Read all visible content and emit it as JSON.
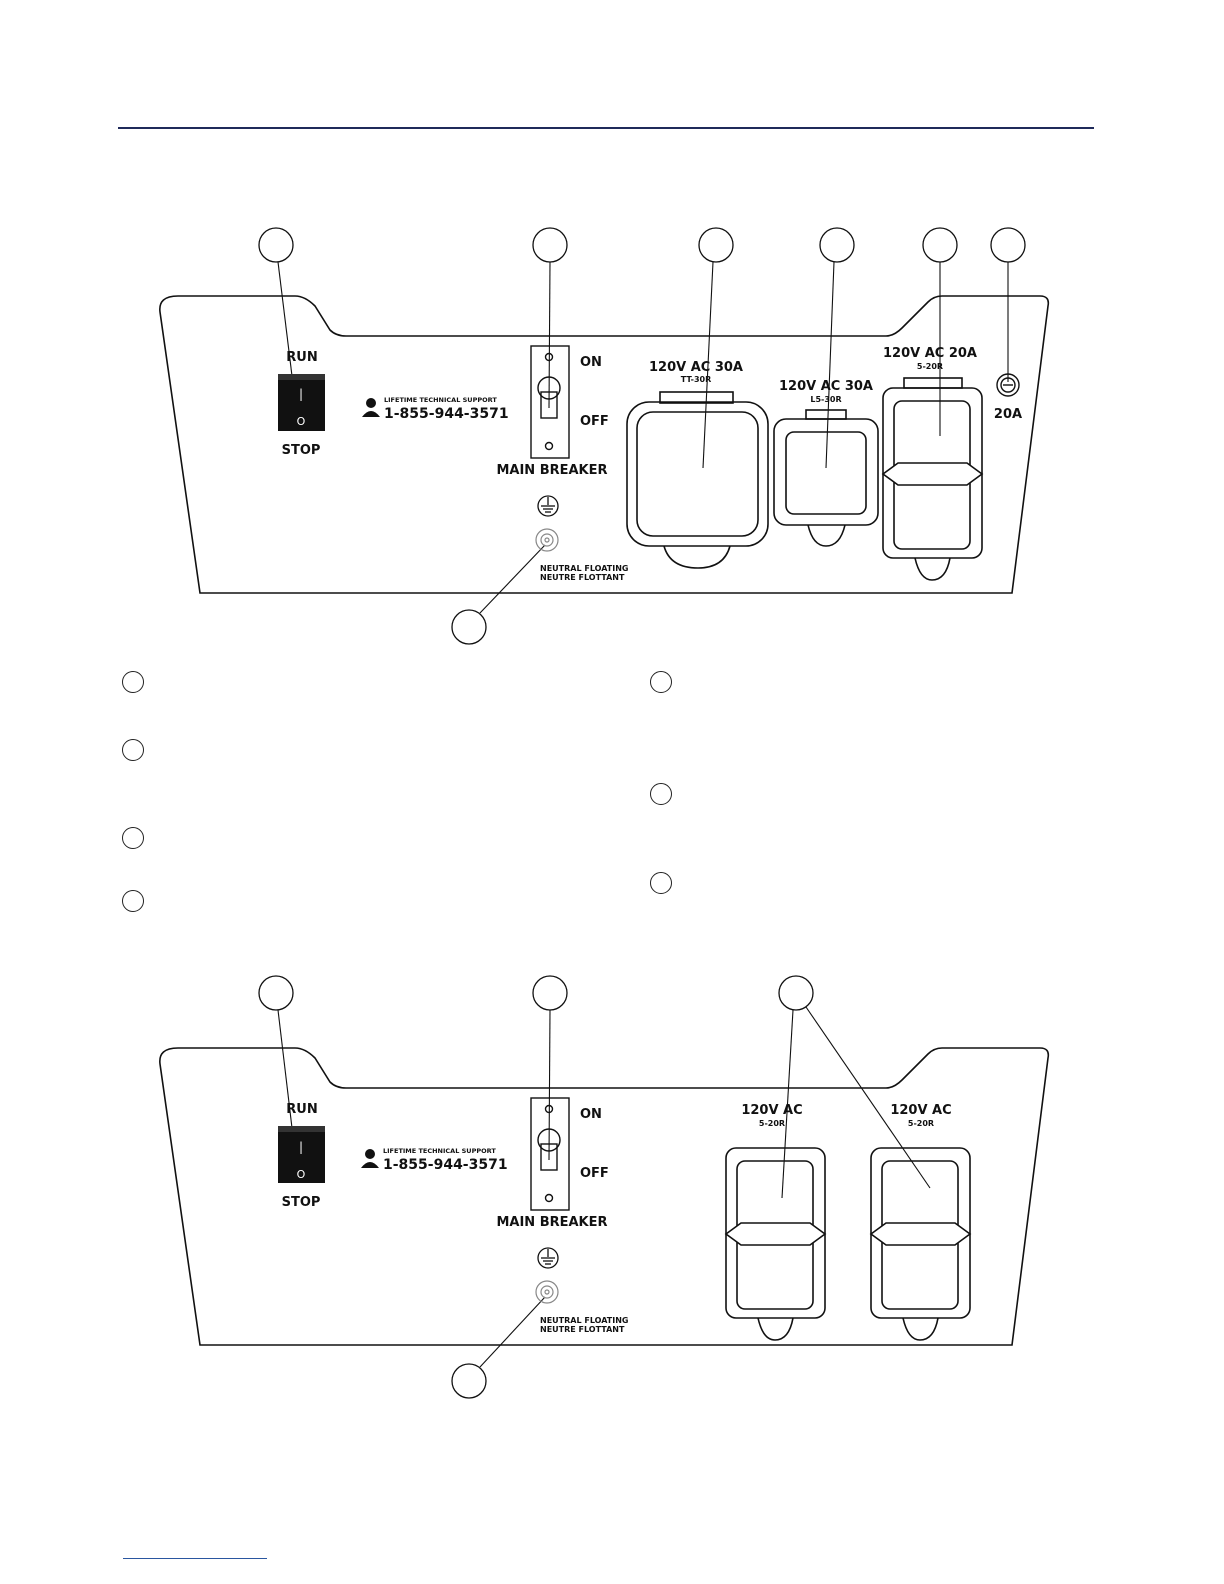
{
  "colors": {
    "rule": "#1f2a5a",
    "footer_rule": "#2a56a0",
    "line": "#111111",
    "switch_fill": "#111111"
  },
  "panel_top": {
    "run": "RUN",
    "stop": "STOP",
    "switch_on_mark": "|",
    "switch_off_mark": "O",
    "support_title": "LIFETIME TECHNICAL SUPPORT",
    "support_phone": "1-855-944-3571",
    "on": "ON",
    "off": "OFF",
    "main_breaker": "MAIN BREAKER",
    "neutral_1": "NEUTRAL FLOATING",
    "neutral_2": "NEUTRE FLOTTANT",
    "outlet_tt30_label": "120V AC 30A",
    "outlet_tt30_sub": "TT-30R",
    "outlet_l530_label": "120V AC 30A",
    "outlet_l530_sub": "L5-30R",
    "outlet_520_label": "120V AC 20A",
    "outlet_520_sub": "5-20R",
    "breaker_20a": "20A"
  },
  "panel_bottom": {
    "run": "RUN",
    "stop": "STOP",
    "switch_on_mark": "|",
    "switch_off_mark": "O",
    "support_title": "LIFETIME TECHNICAL SUPPORT",
    "support_phone": "1-855-944-3571",
    "on": "ON",
    "off": "OFF",
    "main_breaker": "MAIN BREAKER",
    "neutral_1": "NEUTRAL FLOATING",
    "neutral_2": "NEUTRE FLOTTANT",
    "outlet_a_label": "120V AC",
    "outlet_a_sub": "5-20R",
    "outlet_b_label": "120V AC",
    "outlet_b_sub": "5-20R"
  },
  "icons": [
    "support-person-icon",
    "ground-symbol-icon",
    "ground-terminal-icon"
  ]
}
